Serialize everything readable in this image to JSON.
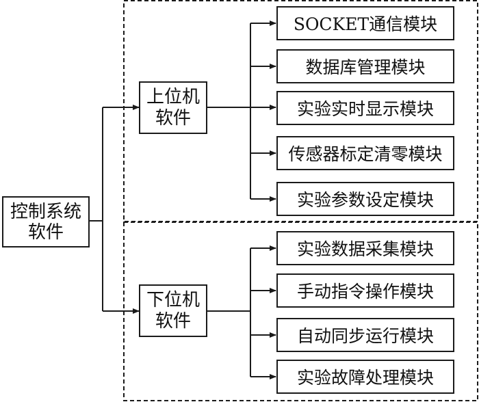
{
  "root": {
    "line1": "控制系统",
    "line2": "软件"
  },
  "upper": {
    "line1": "上位机",
    "line2": "软件",
    "modules": [
      "SOCKET通信模块",
      "数据库管理模块",
      "实验实时显示模块",
      "传感器标定清零模块",
      "实验参数设定模块"
    ]
  },
  "lower": {
    "line1": "下位机",
    "line2": "软件",
    "modules": [
      "实验数据采集模块",
      "手动指令操作模块",
      "自动同步运行模块",
      "实验故障处理模块"
    ]
  }
}
